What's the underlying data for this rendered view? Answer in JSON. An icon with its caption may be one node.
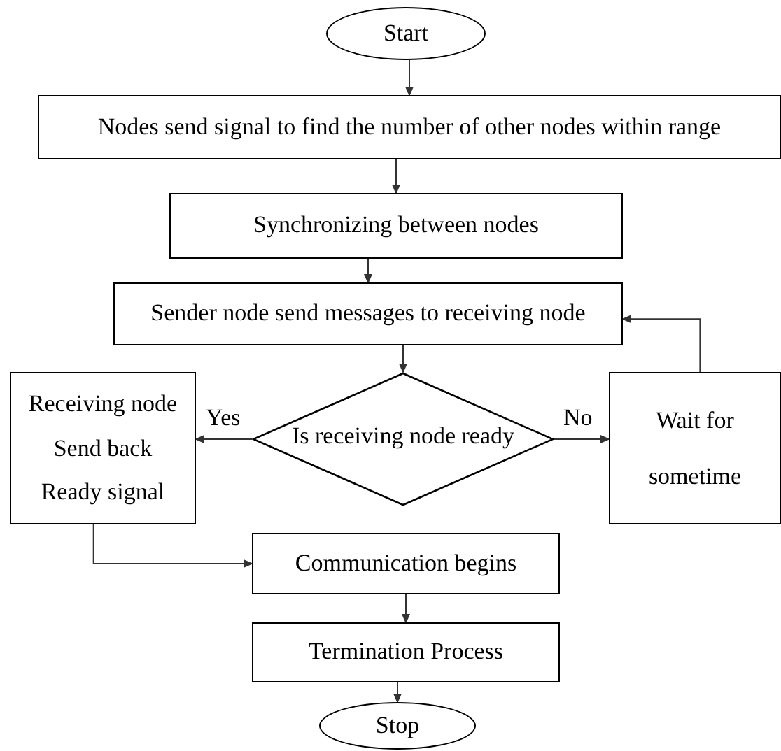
{
  "diagram": {
    "nodes": [
      {
        "text": [
          "Start"
        ]
      },
      {
        "text": [
          "Nodes send signal to find the number of other nodes  within range"
        ]
      },
      {
        "text": [
          "Synchronizing between nodes"
        ]
      },
      {
        "text": [
          "Sender node send messages to receiving node"
        ]
      },
      {
        "text": [
          "Is receiving node ready"
        ]
      },
      {
        "text": [
          "Receiving node Send back Ready signal"
        ]
      },
      {
        "text": [
          "Wait for sometime"
        ]
      },
      {
        "text": [
          "Communication begins"
        ]
      },
      {
        "text": [
          "Termination Process"
        ]
      },
      {
        "text": [
          "Stop"
        ]
      }
    ],
    "edges": [
      {
        "from": 0,
        "to": 1,
        "arrow": "to"
      },
      {
        "from": 1,
        "to": 2,
        "arrow": "to"
      },
      {
        "from": 2,
        "to": 3,
        "arrow": "to"
      },
      {
        "from": 3,
        "to": 4,
        "arrow": "to"
      },
      {
        "from": 4,
        "to": 5,
        "arrow": "to",
        "label": "Yes"
      },
      {
        "from": 4,
        "to": 6,
        "arrow": "to",
        "label": "No"
      },
      {
        "from": 6,
        "to": 3,
        "arrow": "to"
      },
      {
        "from": 5,
        "to": 7,
        "arrow": "to"
      },
      {
        "from": 7,
        "to": 8,
        "arrow": "to"
      },
      {
        "from": 8,
        "to": 9,
        "arrow": "to"
      }
    ]
  }
}
